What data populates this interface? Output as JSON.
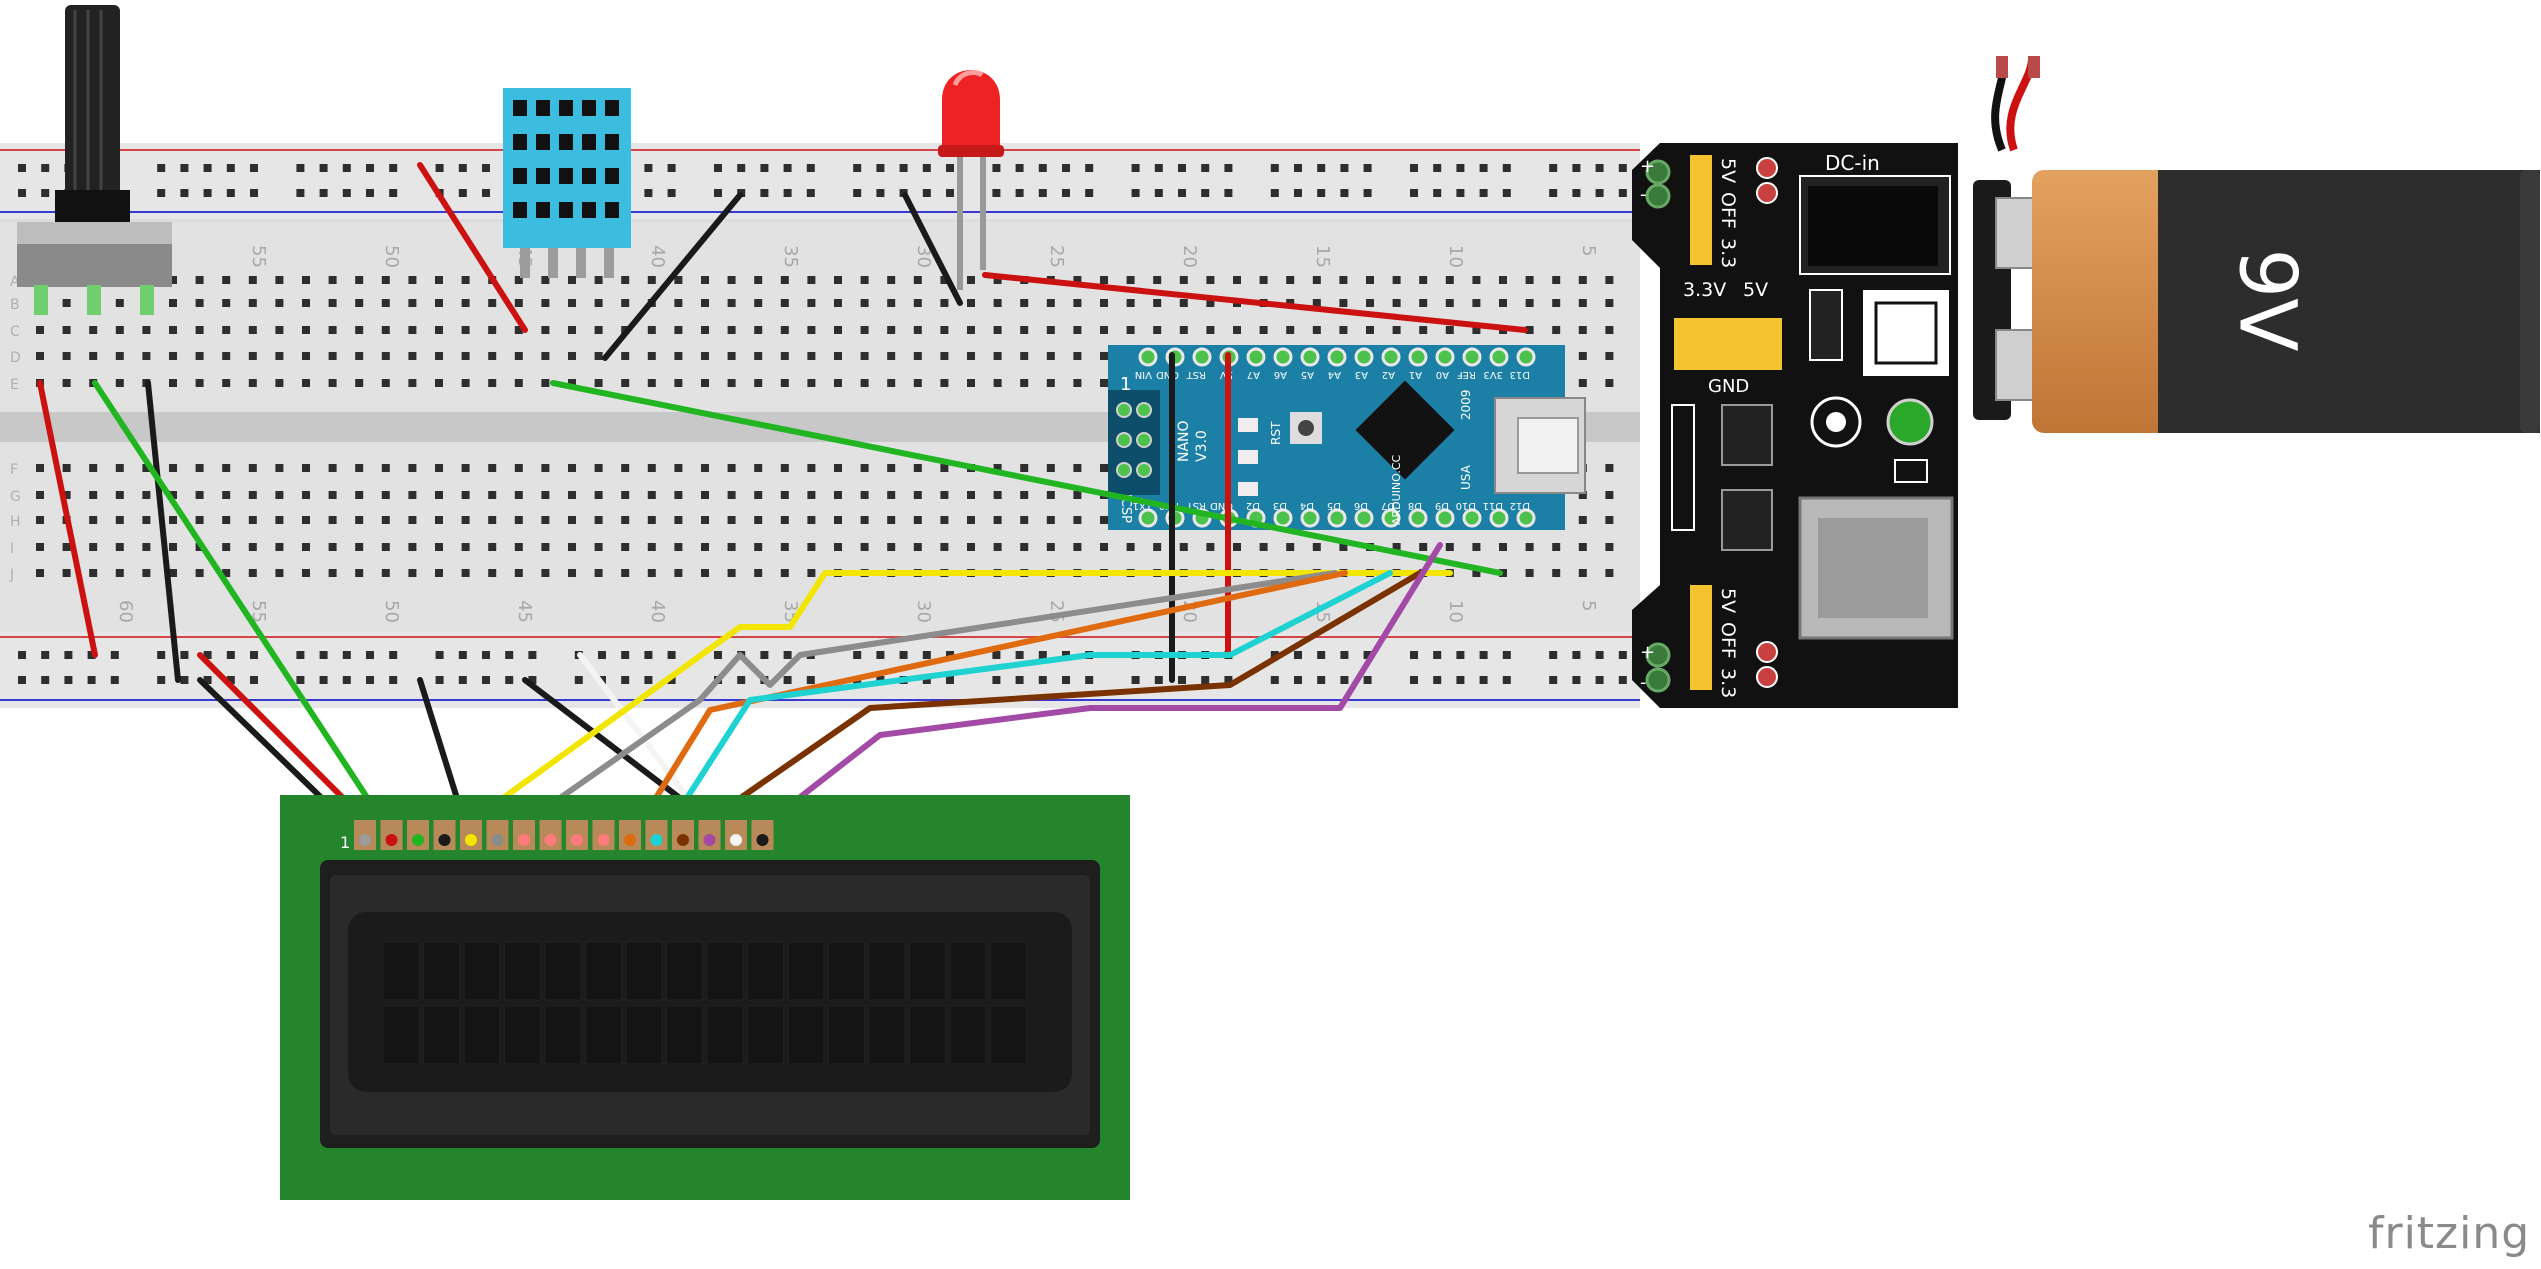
{
  "breadboard": {
    "column_numbers": [
      "60",
      "55",
      "50",
      "45",
      "40",
      "35",
      "30",
      "25",
      "20",
      "15",
      "10",
      "5"
    ],
    "row_letters_top": [
      "A",
      "B",
      "C",
      "D",
      "E"
    ],
    "row_letters_bottom": [
      "F",
      "G",
      "H",
      "I",
      "J"
    ]
  },
  "arduino": {
    "pins_top": [
      "D12",
      "D11",
      "D10",
      "D9",
      "D8",
      "D7",
      "D6",
      "D5",
      "D4",
      "D3",
      "D2",
      "GND",
      "RST",
      "RX0",
      "TX1"
    ],
    "pins_bottom": [
      "D13",
      "3V3",
      "REF",
      "A0",
      "A1",
      "A2",
      "A3",
      "A4",
      "A5",
      "A6",
      "A7",
      "5V",
      "RST",
      "GND",
      "VIN"
    ],
    "labels": [
      "NANO",
      "V3.0",
      "ARDUINO.CC",
      "2009",
      "USA",
      "RST",
      "ICSP",
      "1"
    ]
  },
  "power_module": {
    "dc_label": "DC-in",
    "jumper_top": [
      "5V",
      "OFF",
      "3.3"
    ],
    "jumper_bottom": [
      "5V",
      "OFF",
      "3.3"
    ],
    "voltage_labels": [
      "3.3V",
      "5V"
    ],
    "gnd_label": "GND",
    "plus": "+",
    "minus": "-"
  },
  "battery": {
    "label": "9V"
  },
  "lcd": {
    "pin1_label": "1"
  },
  "watermark": "fritzing",
  "colors": {
    "wire_red": "#cc1111",
    "wire_black": "#1a1a1a",
    "wire_green": "#22b522",
    "wire_yellow": "#f2e600",
    "wire_gray": "#8c8c8c",
    "wire_orange": "#e06a10",
    "wire_cyan": "#1ed2d2",
    "wire_brown": "#7a3300",
    "wire_purple": "#a24aa6",
    "wire_white": "#f4f4f4",
    "breadboard": "#e0e0e0",
    "arduino_blue": "#1b7fa6",
    "lcd_green": "#24852d",
    "battery_copper": "#d38a48"
  }
}
